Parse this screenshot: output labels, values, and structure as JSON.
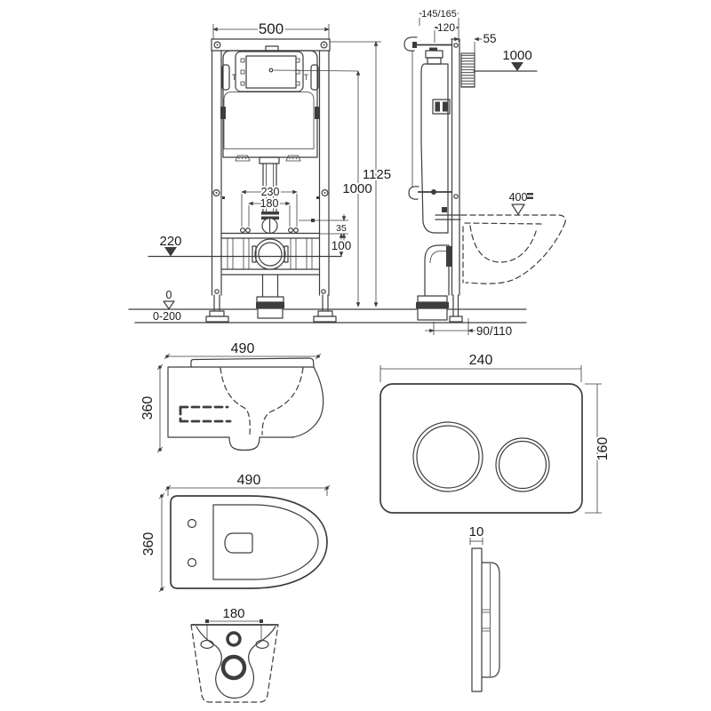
{
  "drawing": {
    "title": "concealed-cistern-frame-installation-drawing",
    "front_view": {
      "width": "500",
      "total_height": "1125",
      "plate_center_height": "1000",
      "bolt_spacing_outer": "230",
      "bolt_spacing_inner": "180",
      "supply_height": "220",
      "crossbar_offset": "35",
      "outlet_drop": "100",
      "floor_zero": "0",
      "floor_range": "0-200"
    },
    "side_view": {
      "depth": "145/165",
      "frame_depth": "120",
      "plate_recess": "55",
      "plate_center_height": "1000",
      "seat_height": "400",
      "outlet_distance": "90/110"
    },
    "pan_side_view": {
      "depth": "490",
      "height": "360"
    },
    "pan_top_view": {
      "depth": "490",
      "width": "360"
    },
    "pan_bottom_view": {
      "bolt_spacing": "180"
    },
    "plate_front_view": {
      "width": "240",
      "height": "160"
    },
    "plate_side_view": {
      "thickness": "10"
    }
  },
  "colors": {
    "line": "#3d3d3d",
    "text": "#1d1d1d",
    "background": "#ffffff"
  }
}
